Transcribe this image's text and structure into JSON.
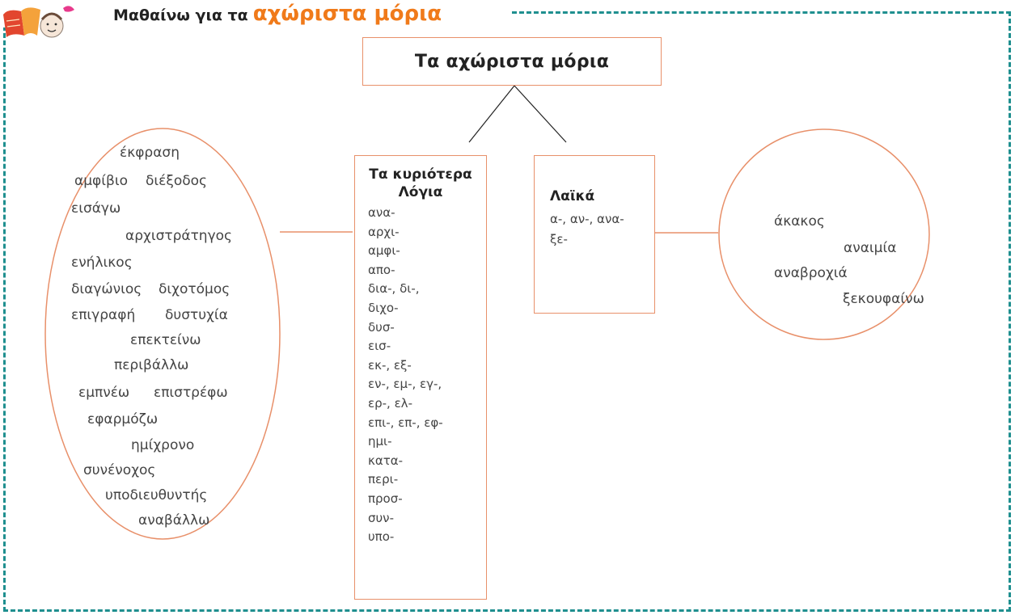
{
  "header": {
    "prefix": "Μαθαίνω για τα",
    "highlight": "αχώριστα μόρια"
  },
  "diagram": {
    "root": "Τα αχώριστα μόρια",
    "branches": [
      {
        "title_line1": "Τα κυριότερα",
        "title_line2": "Λόγια",
        "prefixes": [
          "ανα-",
          "αρχι-",
          "αμφι-",
          "απο-",
          "δια-, δι-,",
          "διχο-",
          "δυσ-",
          "εισ-",
          "εκ-, εξ-",
          "εν-, εμ-, εγ-,",
          "ερ-, ελ-",
          "επι-, επ-, εφ-",
          "ημι-",
          "κατα-",
          "περι-",
          "προσ-",
          "συν-",
          "υπο-"
        ],
        "examples": [
          "έκφραση",
          "αμφίβιο",
          "διέξοδος",
          "εισάγω",
          "αρχιστράτηγος",
          "ενήλικος",
          "διαγώνιος",
          "διχοτόμος",
          "επιγραφή",
          "δυστυχία",
          "επεκτείνω",
          "περιβάλλω",
          "εμπνέω",
          "επιστρέφω",
          "εφαρμόζω",
          "ημίχρονο",
          "συνένοχος",
          "υποδιευθυντής",
          "αναβάλλω"
        ]
      },
      {
        "title": "Λαϊκά",
        "prefixes": [
          "α-, αν-, ανα-",
          "ξε-"
        ],
        "examples": [
          "άκακος",
          "αναιμία",
          "αναβροχιά",
          "ξεκουφαίνω"
        ]
      }
    ]
  },
  "colors": {
    "frame": "#1f8f8f",
    "box_border": "#e8906a",
    "accent": "#f07a1a"
  }
}
